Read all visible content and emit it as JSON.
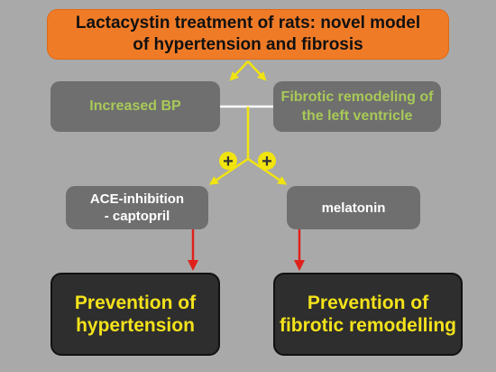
{
  "diagram": {
    "title": "Lactacystin treatment of rats: novel model\nof hypertension and fibrosis",
    "effects": [
      {
        "label": "Increased BP"
      },
      {
        "label": "Fibrotic remodeling of\nthe left ventricle"
      }
    ],
    "treatments": [
      {
        "label": "ACE-inhibition\n- captopril"
      },
      {
        "label": "melatonin"
      }
    ],
    "outcomes": [
      {
        "label": "Prevention of\nhypertension"
      },
      {
        "label": "Prevention of\nfibrotic remodelling"
      }
    ],
    "plus_symbol": "+",
    "colors": {
      "background": "#a9a9a9",
      "title_box": "#f07b27",
      "gray_box": "#6f6f6f",
      "dark_box": "#2e2e2e",
      "effect_text": "#a8c957",
      "outcome_text": "#f3e21b",
      "yellow_connector": "#f1e40f",
      "red_arrow": "#e0211b"
    }
  }
}
